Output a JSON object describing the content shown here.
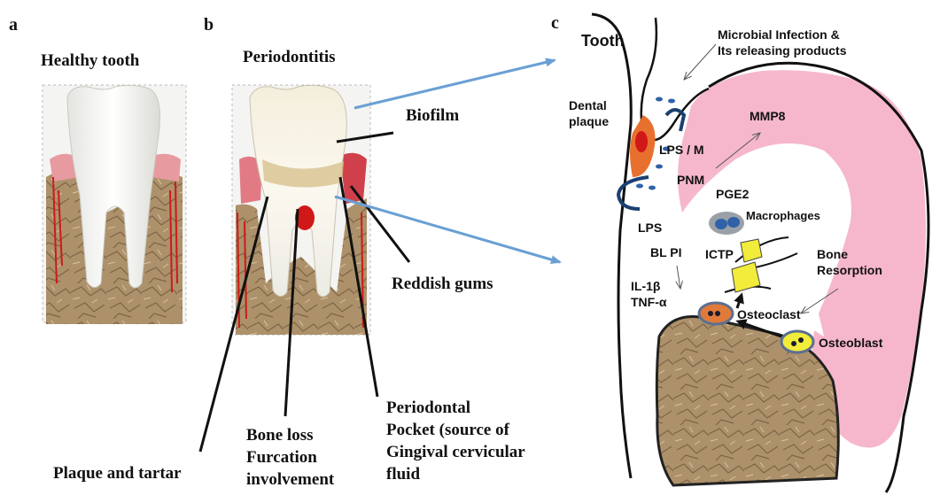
{
  "panels": {
    "a": {
      "letter": "a",
      "title": "Healthy tooth"
    },
    "b": {
      "letter": "b",
      "title": "Periodontitis",
      "labels": {
        "biofilm": "Biofilm",
        "reddish_gums": "Reddish gums",
        "plaque_tartar": "Plaque and tartar",
        "bone_loss_1": "Bone loss",
        "bone_loss_2": "Furcation",
        "bone_loss_3": "involvement",
        "pocket_1": "Periodontal",
        "pocket_2": "Pocket (source of",
        "pocket_3": "Gingival cervicular",
        "pocket_4": "fluid"
      }
    },
    "c": {
      "letter": "c",
      "labels": {
        "tooth": "Tooth",
        "microbial_1": "Microbial Infection &",
        "microbial_2": "Its releasing products",
        "dental_plaque_1": "Dental",
        "dental_plaque_2": "plaque",
        "lps_m": "LPS  / M",
        "mmp8": "MMP8",
        "pnm": "PNM",
        "pge2": "PGE2",
        "lps": "LPS",
        "macrophages": "Macrophages",
        "bl_pi": "BL  PI",
        "ictp": "ICTP",
        "bone_resorption_1": "Bone",
        "bone_resorption_2": "Resorption",
        "il1b": "IL-1β",
        "tnfa": "TNF-α",
        "osteoclast": "Osteoclast",
        "osteoblast": "Osteoblast"
      }
    }
  },
  "colors": {
    "gum_pink": "#f6b7cc",
    "bone_brown": "#a88c68",
    "arrow_blue": "#6a9fd4",
    "osteoclast_orange": "#e07a3a",
    "osteoblast_yellow": "#f2ec3a",
    "blood_red": "#d01818"
  }
}
